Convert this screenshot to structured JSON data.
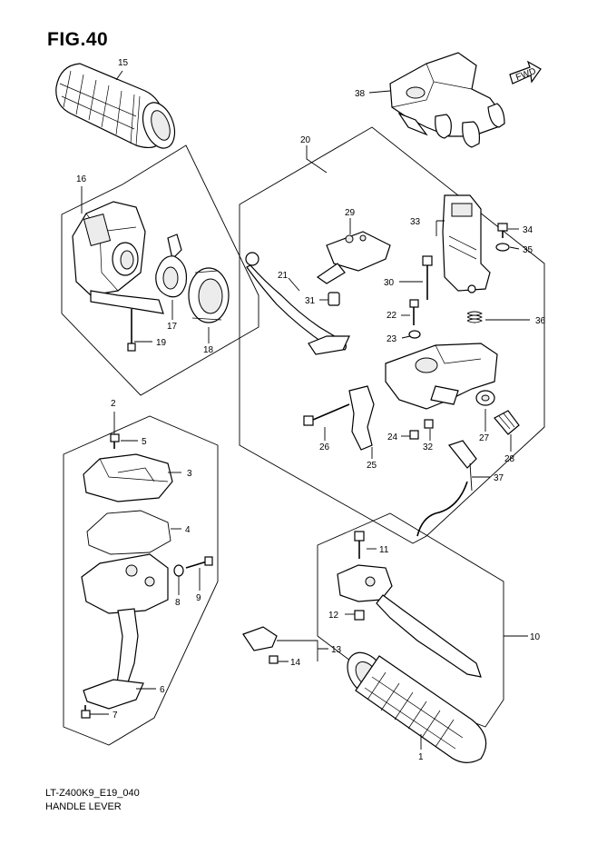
{
  "figure": {
    "title": "FIG.40",
    "code": "LT-Z400K9_E19_040",
    "name": "HANDLE LEVER",
    "fwd_label": "FWD"
  },
  "callouts": [
    "1",
    "2",
    "3",
    "4",
    "5",
    "6",
    "7",
    "8",
    "9",
    "10",
    "11",
    "12",
    "13",
    "14",
    "15",
    "16",
    "17",
    "18",
    "19",
    "20",
    "21",
    "22",
    "23",
    "24",
    "25",
    "26",
    "27",
    "28",
    "29",
    "30",
    "31",
    "32",
    "33",
    "34",
    "35",
    "36",
    "37",
    "38"
  ]
}
